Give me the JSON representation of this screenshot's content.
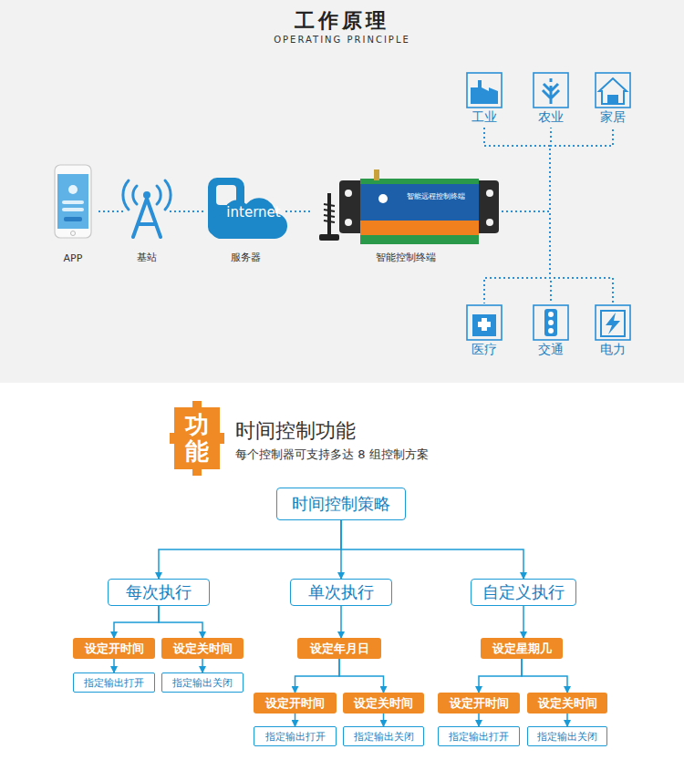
{
  "diagram": {
    "title": "工作原理",
    "nodes": [
      {
        "text": [
          "APP"
        ]
      },
      {
        "text": [
          "基站"
        ]
      },
      {
        "text": [
          "internet",
          "服务器"
        ]
      },
      {
        "text": [
          "智能远程控制终端",
          "智能控制终端"
        ]
      },
      {
        "text": [
          "工业"
        ]
      },
      {
        "text": [
          "农业"
        ]
      },
      {
        "text": [
          "家居"
        ]
      },
      {
        "text": [
          "医疗"
        ]
      },
      {
        "text": [
          "交通"
        ]
      },
      {
        "text": [
          "电力"
        ]
      },
      {
        "text": [
          "功能"
        ]
      },
      {
        "text": [
          "时间控制策略"
        ]
      },
      {
        "text": [
          "每次执行"
        ]
      },
      {
        "text": [
          "单次执行"
        ]
      },
      {
        "text": [
          "自定义执行"
        ]
      },
      {
        "text": [
          "设定开时间"
        ]
      },
      {
        "text": [
          "设定关时间"
        ]
      },
      {
        "text": [
          "指定输出打开"
        ]
      },
      {
        "text": [
          "指定输出关闭"
        ]
      },
      {
        "text": [
          "设定年月日"
        ]
      },
      {
        "text": [
          "设定开时间"
        ]
      },
      {
        "text": [
          "设定关时间"
        ]
      },
      {
        "text": [
          "指定输出打开"
        ]
      },
      {
        "text": [
          "指定输出关闭"
        ]
      },
      {
        "text": [
          "设定星期几"
        ]
      },
      {
        "text": [
          "设定开时间"
        ]
      },
      {
        "text": [
          "设定关时间"
        ]
      },
      {
        "text": [
          "指定输出打开"
        ]
      },
      {
        "text": [
          "指定输出关闭"
        ]
      }
    ],
    "edges": [
      {
        "from": 0,
        "to": 1,
        "arrow": "none"
      },
      {
        "from": 1,
        "to": 2,
        "arrow": "none"
      },
      {
        "from": 2,
        "to": 3,
        "arrow": "none"
      },
      {
        "from": 3,
        "to": 4,
        "arrow": "none"
      },
      {
        "from": 3,
        "to": 5,
        "arrow": "none"
      },
      {
        "from": 3,
        "to": 6,
        "arrow": "none"
      },
      {
        "from": 3,
        "to": 7,
        "arrow": "none"
      },
      {
        "from": 3,
        "to": 8,
        "arrow": "none"
      },
      {
        "from": 3,
        "to": 9,
        "arrow": "none"
      },
      {
        "from": 11,
        "to": 12,
        "arrow": "to"
      },
      {
        "from": 11,
        "to": 13,
        "arrow": "to"
      },
      {
        "from": 11,
        "to": 14,
        "arrow": "to"
      },
      {
        "from": 12,
        "to": 15,
        "arrow": "to"
      },
      {
        "from": 12,
        "to": 16,
        "arrow": "to"
      },
      {
        "from": 15,
        "to": 17,
        "arrow": "to"
      },
      {
        "from": 16,
        "to": 18,
        "arrow": "to"
      },
      {
        "from": 13,
        "to": 19,
        "arrow": "to"
      },
      {
        "from": 19,
        "to": 20,
        "arrow": "to"
      },
      {
        "from": 19,
        "to": 21,
        "arrow": "to"
      },
      {
        "from": 20,
        "to": 22,
        "arrow": "to"
      },
      {
        "from": 21,
        "to": 23,
        "arrow": "to"
      },
      {
        "from": 14,
        "to": 24,
        "arrow": "to"
      },
      {
        "from": 24,
        "to": 25,
        "arrow": "to"
      },
      {
        "from": 24,
        "to": 26,
        "arrow": "to"
      },
      {
        "from": 25,
        "to": 27,
        "arrow": "to"
      },
      {
        "from": 26,
        "to": 28,
        "arrow": "to"
      }
    ],
    "labels": [
      "OPERATING PRINCIPLE",
      "时间控制功能",
      "每个控制器可支持多达 8 组控制方案"
    ]
  }
}
